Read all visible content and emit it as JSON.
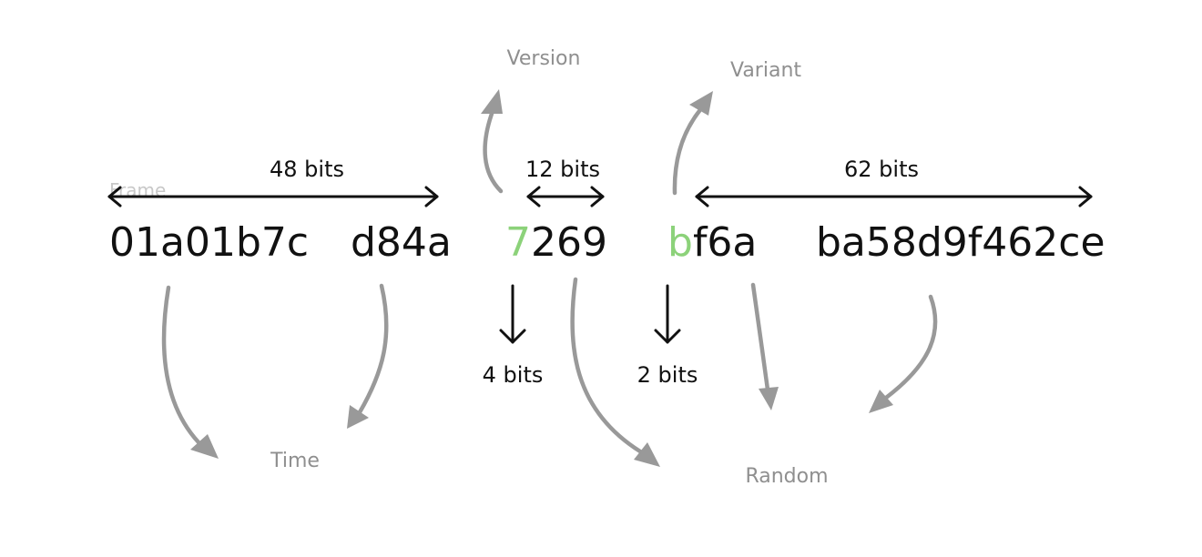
{
  "labels": {
    "frame": "Frame",
    "version": "Version",
    "variant": "Variant",
    "time": "Time",
    "random": "Random"
  },
  "bits": {
    "time_span": "48 bits",
    "rand_a_span": "12 bits",
    "rand_b_span": "62 bits",
    "version_bits": "4 bits",
    "variant_bits": "2 bits"
  },
  "uuid": {
    "time_high": "01a01b7c",
    "time_low": "d84a",
    "version_digit": "7",
    "rand_a": "269",
    "variant_digit": "b",
    "rand_b_head": "f6a",
    "rand_b_tail": "ba58d9f462ce"
  },
  "colors": {
    "highlight": "#8cd27a",
    "text": "#111111",
    "annotation": "#8f8f8f",
    "arrow": "#999999"
  },
  "icons": {
    "span_arrow": "double-headed-arrow",
    "down_arrow": "down-arrow",
    "pointer_arrow": "curved-arrow"
  }
}
